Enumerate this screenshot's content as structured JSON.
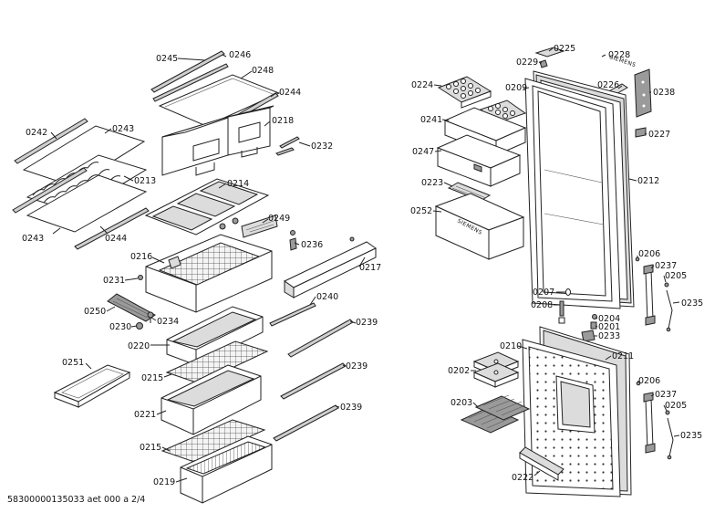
{
  "labels": {
    "l0245": "0245",
    "l0246": "0246",
    "l0248": "0248",
    "l0244a": "0244",
    "l0242": "0242",
    "l0243a": "0243",
    "l0218": "0218",
    "l0232": "0232",
    "l0213": "0213",
    "l0243b": "0243",
    "l0244b": "0244",
    "l0214": "0214",
    "l0249": "0249",
    "l0236": "0236",
    "l0216": "0216",
    "l0217": "0217",
    "l0231": "0231",
    "l0240": "0240",
    "l0250": "0250",
    "l0234": "0234",
    "l0230": "0230",
    "l0239a": "0239",
    "l0220": "0220",
    "l0251": "0251",
    "l0239b": "0239",
    "l0215a": "0215",
    "l0221": "0221",
    "l0239c": "0239",
    "l0215b": "0215",
    "l0219": "0219",
    "l0225": "0225",
    "l0228": "0228",
    "l0229": "0229",
    "l0224": "0224",
    "l0209": "0209",
    "l0226": "0226",
    "l0238": "0238",
    "l0241": "0241",
    "l0227": "0227",
    "l0247": "0247",
    "l0212": "0212",
    "l0223": "0223",
    "l0252": "0252",
    "l0206a": "0206",
    "l0237a": "0237",
    "l0205a": "0205",
    "l0207": "0207",
    "l0235a": "0235",
    "l0208": "0208",
    "l0204": "0204",
    "l0201": "0201",
    "l0233": "0233",
    "l0210": "0210",
    "l0211": "0211",
    "l0202": "0202",
    "l0206b": "0206",
    "l0237b": "0237",
    "l0205b": "0205",
    "l0203": "0203",
    "l0235b": "0235",
    "l0222": "0222"
  },
  "brand_text": "SIEMENS",
  "footer": "58300000135033 aet 000 a 2/4"
}
